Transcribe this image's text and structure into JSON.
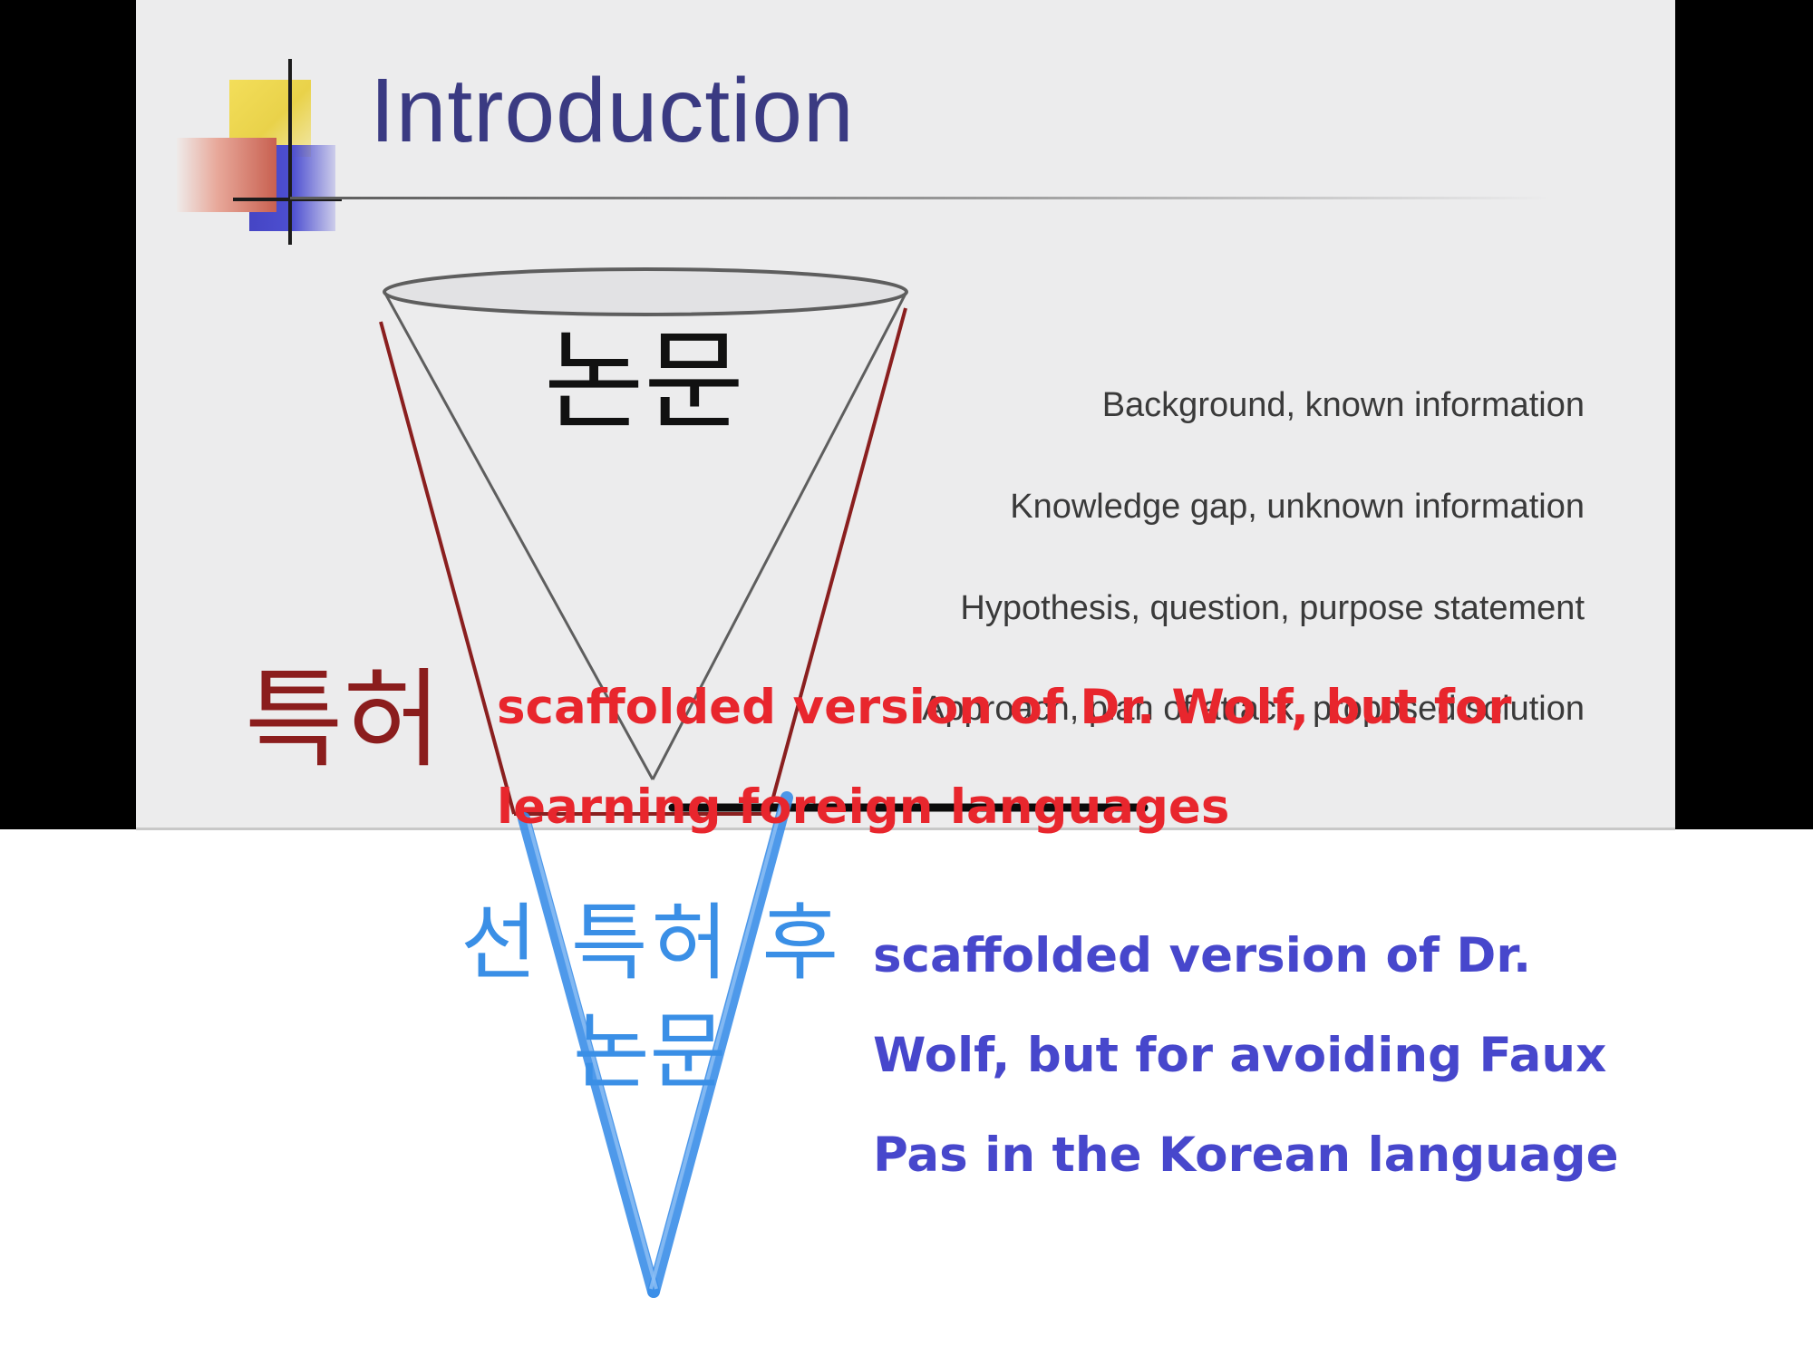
{
  "slide": {
    "title": "Introduction",
    "funnel_label": "논문",
    "right_labels": [
      "Background, known information",
      "Knowledge gap, unknown information",
      "Hypothesis, question, purpose statement",
      "Approach, plan of attack, proposed solution"
    ]
  },
  "annotations": {
    "dark_red_korean": "특허",
    "red_note": "scaffolded version of Dr. Wolf, but for learning foreign languages",
    "blue_korean_line1": "선 특허 후",
    "blue_korean_line2": "논문",
    "blue_note": "scaffolded version of Dr. Wolf, but for avoiding Faux Pas in the Korean language"
  },
  "colors": {
    "title": "#3a3a82",
    "dark_red": "#8b1d1d",
    "red_text": "#e8262d",
    "blue_korean": "#3a8fe6",
    "blue_text": "#4747cc",
    "slide_bg": "#ececed"
  }
}
